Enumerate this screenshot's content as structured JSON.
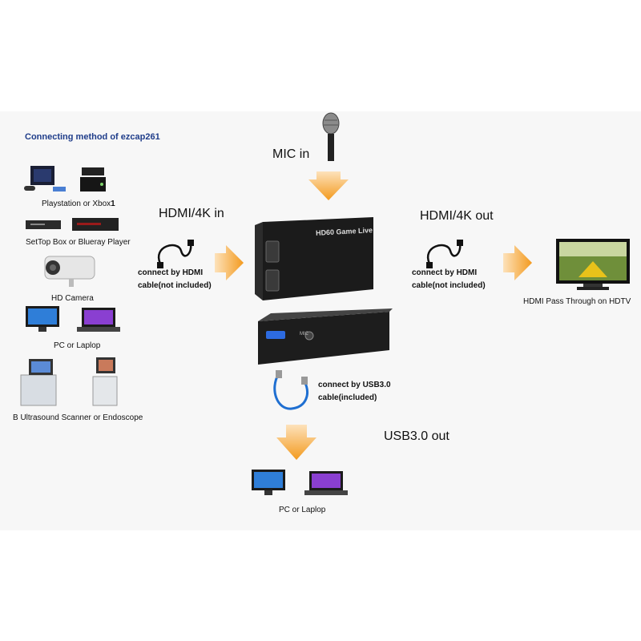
{
  "title": "Connecting method of ezcap261",
  "sources": [
    {
      "label": "Playstation or Xbox",
      "suffix": "1"
    },
    {
      "label": "SetTop Box or Blueray Player",
      "suffix": ""
    },
    {
      "label": "HD Camera",
      "suffix": ""
    },
    {
      "label": "PC or Laplop",
      "suffix": ""
    },
    {
      "label": "B Ultrasound Scanner or Endoscope",
      "suffix": ""
    }
  ],
  "mic": {
    "label": "MIC in"
  },
  "hdmi_in": {
    "label": "HDMI/4K in",
    "note_line1": "connect by HDMI",
    "note_line2": "cable(not included)"
  },
  "hdmi_out": {
    "label": "HDMI/4K out",
    "note_line1": "connect by HDMI",
    "note_line2": "cable(not included)"
  },
  "usb": {
    "note_line1": "connect by USB3.0",
    "note_line2": "cable(included)",
    "out_label": "USB3.0 out"
  },
  "device": {
    "brand": "HD60 Game Live",
    "port_label": "MIC"
  },
  "hdtv": {
    "label": "HDMI Pass Through on HDTV"
  },
  "pc_out": {
    "label": "PC or Laplop"
  },
  "colors": {
    "arrow": "#f39a1e",
    "title": "#1f3d8a",
    "device": "#1b1b1b",
    "usb_cable": "#1f6fd1"
  }
}
